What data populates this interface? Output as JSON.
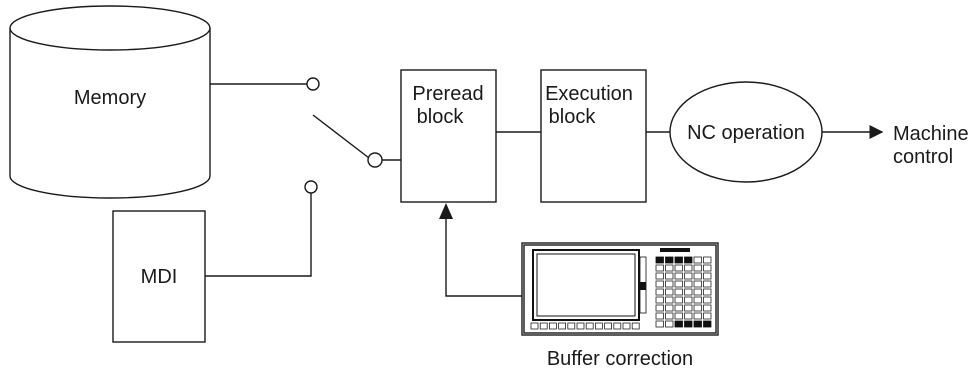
{
  "labels": {
    "memory": "Memory",
    "mdi": "MDI",
    "preread_line1": "Preread",
    "preread_line2": "block",
    "execution_line1": "Execution",
    "execution_line2": "block",
    "nc_operation": "NC operation",
    "machine_line1": "Machine",
    "machine_line2": "control",
    "buffer_correction": "Buffer correction"
  }
}
